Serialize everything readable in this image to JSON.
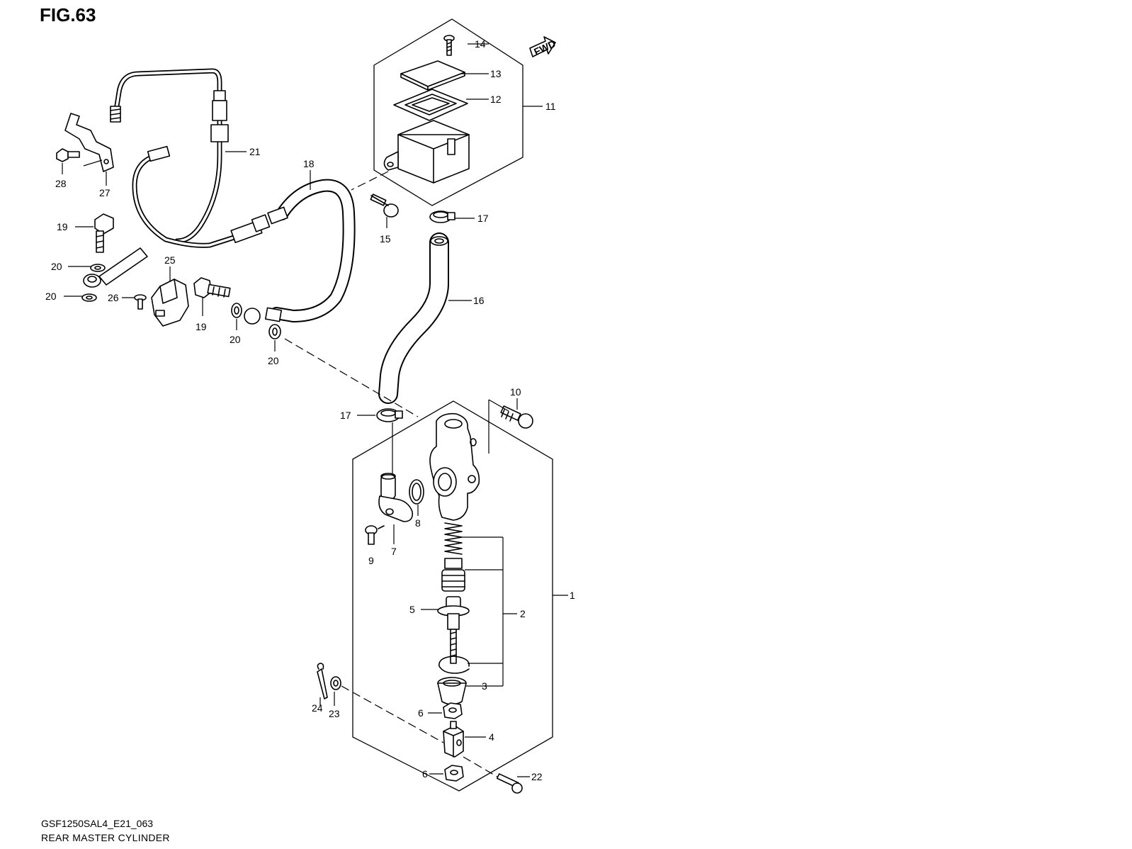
{
  "figure_title": "FIG.63",
  "fwd_label": "FWD",
  "footer": {
    "code": "GSF1250SAL4_E21_063",
    "name": "REAR MASTER CYLINDER"
  },
  "callouts": {
    "p1": "1",
    "p2": "2",
    "p3": "3",
    "p4": "4",
    "p5": "5",
    "p6a": "6",
    "p6b": "6",
    "p7": "7",
    "p8": "8",
    "p9": "9",
    "p10": "10",
    "p11": "11",
    "p12": "12",
    "p13": "13",
    "p14": "14",
    "p15": "15",
    "p16": "16",
    "p17a": "17",
    "p17b": "17",
    "p18": "18",
    "p19a": "19",
    "p19b": "19",
    "p20a": "20",
    "p20b": "20",
    "p20c": "20",
    "p20d": "20",
    "p21": "21",
    "p22": "22",
    "p23": "23",
    "p24": "24",
    "p25": "25",
    "p26": "26",
    "p27": "27",
    "p28": "28"
  }
}
